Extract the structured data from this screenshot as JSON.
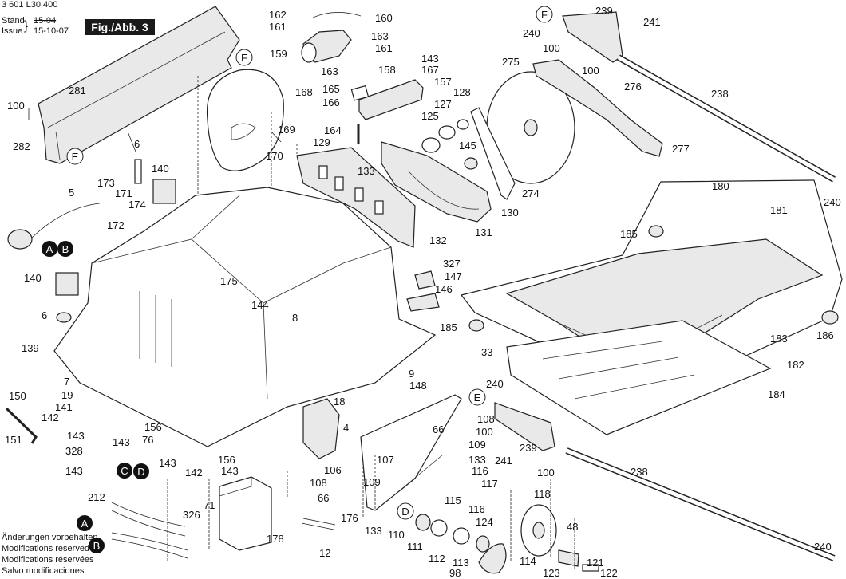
{
  "header": {
    "doc_number": "3 601 L30 400",
    "stand_label": "Stand",
    "issue_label": "Issue",
    "date_old": "15-04",
    "date_new": "15-10-07",
    "figure_label": "Fig./Abb. 3"
  },
  "footer": {
    "lines": [
      "Änderungen vorbehalten",
      "Modifications reserved",
      "Modifications réservées",
      "Salvo modificaciones"
    ]
  },
  "callouts": [
    {
      "id": "c162",
      "text": "162"
    },
    {
      "id": "c160",
      "text": "160"
    },
    {
      "id": "c161a",
      "text": "161"
    },
    {
      "id": "c163a",
      "text": "163"
    },
    {
      "id": "c161b",
      "text": "161"
    },
    {
      "id": "c159",
      "text": "159"
    },
    {
      "id": "c281",
      "text": "281"
    },
    {
      "id": "c100a",
      "text": "100"
    },
    {
      "id": "c282",
      "text": "282"
    },
    {
      "id": "c168",
      "text": "168"
    },
    {
      "id": "c143a",
      "text": "143"
    },
    {
      "id": "c163b",
      "text": "163"
    },
    {
      "id": "c158",
      "text": "158"
    },
    {
      "id": "c167",
      "text": "167"
    },
    {
      "id": "c157",
      "text": "157"
    },
    {
      "id": "c165",
      "text": "165"
    },
    {
      "id": "c166",
      "text": "166"
    },
    {
      "id": "c164",
      "text": "164"
    },
    {
      "id": "c169",
      "text": "169"
    },
    {
      "id": "c170",
      "text": "170"
    },
    {
      "id": "c129",
      "text": "129"
    },
    {
      "id": "c133a",
      "text": "133"
    },
    {
      "id": "c6a",
      "text": "6"
    },
    {
      "id": "c140a",
      "text": "140"
    },
    {
      "id": "c173",
      "text": "173"
    },
    {
      "id": "c171",
      "text": "171"
    },
    {
      "id": "c174",
      "text": "174"
    },
    {
      "id": "c172",
      "text": "172"
    },
    {
      "id": "c5",
      "text": "5"
    },
    {
      "id": "c140b",
      "text": "140"
    },
    {
      "id": "c6b",
      "text": "6"
    },
    {
      "id": "c139",
      "text": "139"
    },
    {
      "id": "c175",
      "text": "175"
    },
    {
      "id": "c144",
      "text": "144"
    },
    {
      "id": "c8",
      "text": "8"
    },
    {
      "id": "c7",
      "text": "7"
    },
    {
      "id": "c19",
      "text": "19"
    },
    {
      "id": "c150",
      "text": "150"
    },
    {
      "id": "c141",
      "text": "141"
    },
    {
      "id": "c142a",
      "text": "142"
    },
    {
      "id": "c151",
      "text": "151"
    },
    {
      "id": "c143b",
      "text": "143"
    },
    {
      "id": "c143c",
      "text": "143"
    },
    {
      "id": "c156a",
      "text": "156"
    },
    {
      "id": "c76",
      "text": "76"
    },
    {
      "id": "c328",
      "text": "328"
    },
    {
      "id": "c143d",
      "text": "143"
    },
    {
      "id": "c143e",
      "text": "143"
    },
    {
      "id": "c142b",
      "text": "142"
    },
    {
      "id": "c156b",
      "text": "156"
    },
    {
      "id": "c143f",
      "text": "143"
    },
    {
      "id": "c212",
      "text": "212"
    },
    {
      "id": "c71",
      "text": "71"
    },
    {
      "id": "c326",
      "text": "326"
    },
    {
      "id": "c178",
      "text": "178"
    },
    {
      "id": "c9",
      "text": "9"
    },
    {
      "id": "c148",
      "text": "148"
    },
    {
      "id": "c18",
      "text": "18"
    },
    {
      "id": "c4",
      "text": "4"
    },
    {
      "id": "c12",
      "text": "12"
    },
    {
      "id": "c239a",
      "text": "239"
    },
    {
      "id": "c241a",
      "text": "241"
    },
    {
      "id": "c240a",
      "text": "240"
    },
    {
      "id": "c100b",
      "text": "100"
    },
    {
      "id": "c100c",
      "text": "100"
    },
    {
      "id": "c276",
      "text": "276"
    },
    {
      "id": "c275",
      "text": "275"
    },
    {
      "id": "c238a",
      "text": "238"
    },
    {
      "id": "c127",
      "text": "127"
    },
    {
      "id": "c128",
      "text": "128"
    },
    {
      "id": "c125",
      "text": "125"
    },
    {
      "id": "c145",
      "text": "145"
    },
    {
      "id": "c277",
      "text": "277"
    },
    {
      "id": "c274",
      "text": "274"
    },
    {
      "id": "c130",
      "text": "130"
    },
    {
      "id": "c132",
      "text": "132"
    },
    {
      "id": "c131",
      "text": "131"
    },
    {
      "id": "c240b",
      "text": "240"
    },
    {
      "id": "c180",
      "text": "180"
    },
    {
      "id": "c181",
      "text": "181"
    },
    {
      "id": "c185a",
      "text": "185"
    },
    {
      "id": "c327",
      "text": "327"
    },
    {
      "id": "c147",
      "text": "147"
    },
    {
      "id": "c146",
      "text": "146"
    },
    {
      "id": "c185b",
      "text": "185"
    },
    {
      "id": "c33",
      "text": "33"
    },
    {
      "id": "c186",
      "text": "186"
    },
    {
      "id": "c183",
      "text": "183"
    },
    {
      "id": "c182",
      "text": "182"
    },
    {
      "id": "c184",
      "text": "184"
    },
    {
      "id": "c240c",
      "text": "240"
    },
    {
      "id": "c108a",
      "text": "108"
    },
    {
      "id": "c66a",
      "text": "66"
    },
    {
      "id": "c100d",
      "text": "100"
    },
    {
      "id": "c109a",
      "text": "109"
    },
    {
      "id": "c133b",
      "text": "133"
    },
    {
      "id": "c239b",
      "text": "239"
    },
    {
      "id": "c241b",
      "text": "241"
    },
    {
      "id": "c100e",
      "text": "100"
    },
    {
      "id": "c106",
      "text": "106"
    },
    {
      "id": "c107",
      "text": "107"
    },
    {
      "id": "c238b",
      "text": "238"
    },
    {
      "id": "c108b",
      "text": "108"
    },
    {
      "id": "c109b",
      "text": "109"
    },
    {
      "id": "c116a",
      "text": "116"
    },
    {
      "id": "c117",
      "text": "117"
    },
    {
      "id": "c115",
      "text": "115"
    },
    {
      "id": "c118",
      "text": "118"
    },
    {
      "id": "c66b",
      "text": "66"
    },
    {
      "id": "c116b",
      "text": "116"
    },
    {
      "id": "c176",
      "text": "176"
    },
    {
      "id": "c133c",
      "text": "133"
    },
    {
      "id": "c124",
      "text": "124"
    },
    {
      "id": "c48",
      "text": "48"
    },
    {
      "id": "c110",
      "text": "110"
    },
    {
      "id": "c111",
      "text": "111"
    },
    {
      "id": "c112",
      "text": "112"
    },
    {
      "id": "c113",
      "text": "113"
    },
    {
      "id": "c114",
      "text": "114"
    },
    {
      "id": "c121",
      "text": "121"
    },
    {
      "id": "c240d",
      "text": "240"
    },
    {
      "id": "c98",
      "text": "98"
    },
    {
      "id": "c123",
      "text": "123"
    },
    {
      "id": "c122",
      "text": "122"
    }
  ],
  "markers": [
    {
      "id": "mF1",
      "text": "F"
    },
    {
      "id": "mE1",
      "text": "E"
    },
    {
      "id": "mF2",
      "text": "F"
    },
    {
      "id": "mA1",
      "text": "A"
    },
    {
      "id": "mB1",
      "text": "B"
    },
    {
      "id": "mC",
      "text": "C"
    },
    {
      "id": "mD1",
      "text": "D"
    },
    {
      "id": "mA2",
      "text": "A"
    },
    {
      "id": "mB2",
      "text": "B"
    },
    {
      "id": "mE2",
      "text": "E"
    },
    {
      "id": "mD2",
      "text": "D"
    }
  ]
}
